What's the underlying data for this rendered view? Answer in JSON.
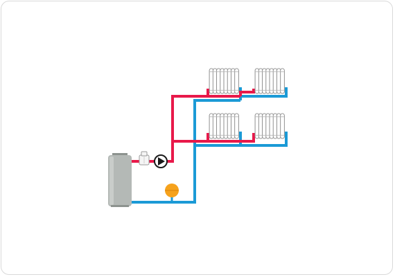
{
  "diagram": {
    "type": "heating-circuit",
    "colors": {
      "supply": "#e8194a",
      "return": "#1b9ad6",
      "boiler": "#b4b9b6",
      "boiler_dark": "#8d938f",
      "valve": "#f5f5f5",
      "pump": "#1a1a1a",
      "expansion": "#f6a21c",
      "radiator": "#ffffff",
      "radiator_line": "#8a8a8a"
    },
    "components": {
      "boiler": "boiler-icon",
      "valve": "mixing-valve-icon",
      "pump": "circulation-pump-icon",
      "expansion": "expansion-vessel-icon",
      "radiators": [
        {
          "id": "radiator-upper-left",
          "icon": "radiator-icon"
        },
        {
          "id": "radiator-upper-right",
          "icon": "radiator-icon"
        },
        {
          "id": "radiator-lower-left",
          "icon": "radiator-icon"
        },
        {
          "id": "radiator-lower-right",
          "icon": "radiator-icon"
        }
      ]
    }
  }
}
